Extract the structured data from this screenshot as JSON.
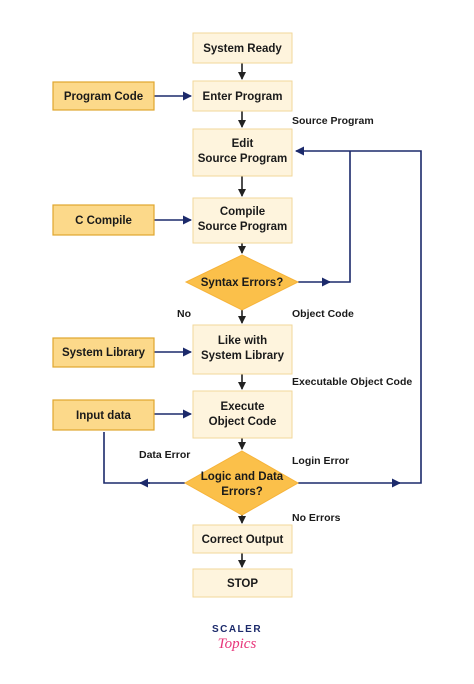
{
  "nodes": {
    "system_ready": "System Ready",
    "enter_program": "Enter Program",
    "edit_source_line1": "Edit",
    "edit_source_line2": "Source Program",
    "compile_source_line1": "Compile",
    "compile_source_line2": "Source Program",
    "syntax_errors": "Syntax Errors?",
    "link_library_line1": "Like with",
    "link_library_line2": "System Library",
    "execute_line1": "Execute",
    "execute_line2": "Object Code",
    "logic_errors_line1": "Logic and Data",
    "logic_errors_line2": "Errors?",
    "correct_output": "Correct Output",
    "stop": "STOP"
  },
  "inputs": {
    "program_code": "Program Code",
    "c_compile": "C Compile",
    "system_library": "System Library",
    "input_data": "Input data"
  },
  "edge_labels": {
    "source_program": "Source Program",
    "no": "No",
    "object_code": "Object Code",
    "executable_object_code": "Executable Object Code",
    "data_error": "Data Error",
    "login_error": "Login Error",
    "no_errors": "No Errors"
  },
  "logo": {
    "line1": "SCALER",
    "line2": "Topics"
  },
  "colors": {
    "process_fill": "#fef4dd",
    "input_fill": "#fcd98a",
    "decision_fill": "#fbc04a",
    "connector": "#1c2a6b",
    "brand_accent": "#e8357a"
  }
}
